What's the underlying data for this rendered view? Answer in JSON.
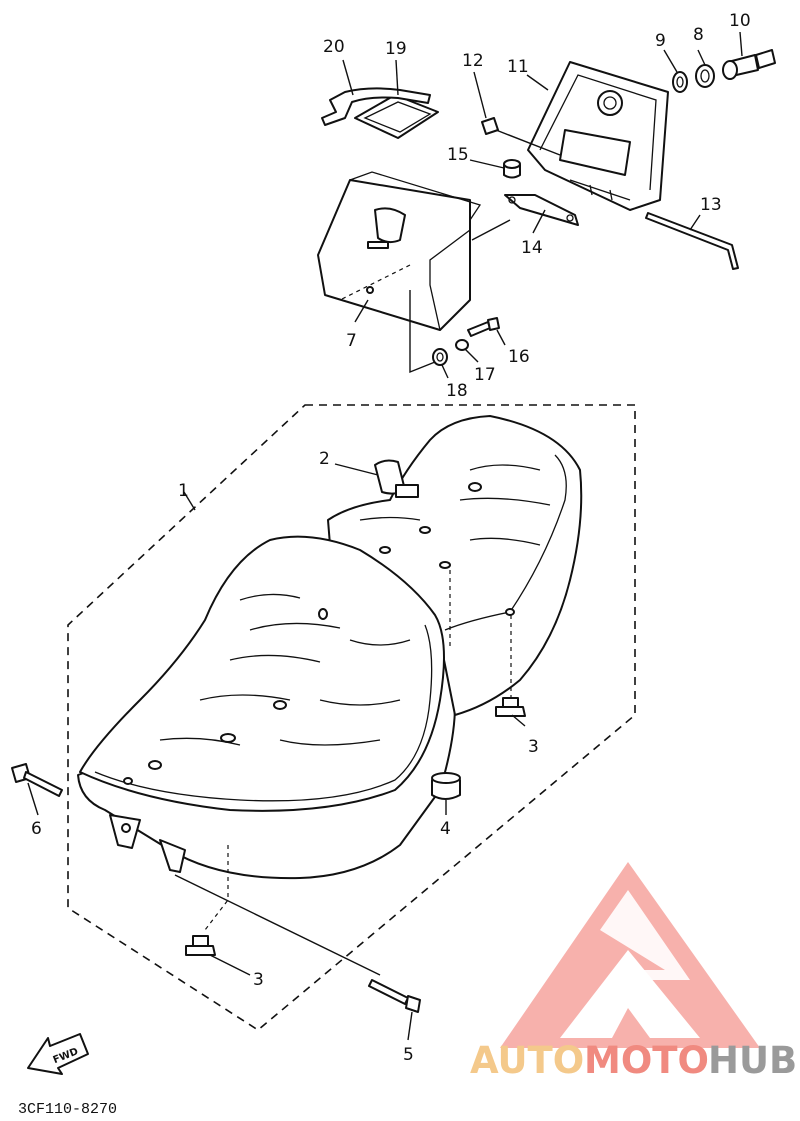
{
  "diagram_code": "3CF110-8270",
  "fwd_label": "FWD",
  "watermark": {
    "text_auto": "AUTO",
    "text_moto": "MOTO",
    "text_hub": "HUB",
    "colors": {
      "triangle": "#f6a9a3",
      "auto": "#f4c98b",
      "moto": "#f08a80",
      "hub": "#9a9a9a"
    }
  },
  "callouts": [
    {
      "id": "c1",
      "label": "1"
    },
    {
      "id": "c2",
      "label": "2"
    },
    {
      "id": "c3a",
      "label": "3"
    },
    {
      "id": "c3b",
      "label": "3"
    },
    {
      "id": "c4",
      "label": "4"
    },
    {
      "id": "c5",
      "label": "5"
    },
    {
      "id": "c6",
      "label": "6"
    },
    {
      "id": "c7",
      "label": "7"
    },
    {
      "id": "c8",
      "label": "8"
    },
    {
      "id": "c9",
      "label": "9"
    },
    {
      "id": "c10",
      "label": "10"
    },
    {
      "id": "c11",
      "label": "11"
    },
    {
      "id": "c12",
      "label": "12"
    },
    {
      "id": "c13",
      "label": "13"
    },
    {
      "id": "c14",
      "label": "14"
    },
    {
      "id": "c15",
      "label": "15"
    },
    {
      "id": "c16",
      "label": "16"
    },
    {
      "id": "c17",
      "label": "17"
    },
    {
      "id": "c18",
      "label": "18"
    },
    {
      "id": "c19",
      "label": "19"
    },
    {
      "id": "c20",
      "label": "20"
    }
  ]
}
